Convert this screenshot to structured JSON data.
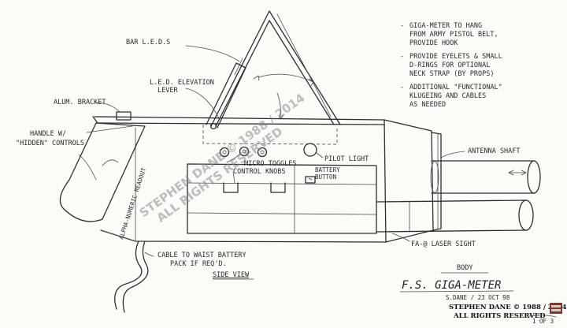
{
  "labels": {
    "bar_leds": "BAR L.E.D.S",
    "led_elevation_1": "L.E.D. ELEVATION",
    "led_elevation_2": "LEVER",
    "alum_bracket": "ALUM. BRACKET",
    "handle_1": "HANDLE W/",
    "handle_2": "\"HIDDEN\" CONTROLS",
    "alpha_numeric": "ALPHA-NUMERIC READOUT",
    "micro_toggles": "MICRO TOGGLES",
    "pilot_light": "PILOT LIGHT",
    "control_knobs": "CONTROL KNOBS",
    "battery_button_1": "BATTERY",
    "battery_button_2": "BUTTON",
    "antenna_shaft": "ANTENNA SHAFT",
    "laser_sight": "FA-@ LASER SIGHT",
    "cable_1": "CABLE TO WAIST BATTERY",
    "cable_2": "PACK IF REQ'D.",
    "side_view": "SIDE VIEW",
    "body": "BODY"
  },
  "notes": [
    "GIGA-METER TO HANG\nFROM ARMY PISTOL BELT,\nPROVIDE HOOK",
    "PROVIDE EYELETS & SMALL\nD-RINGS FOR OPTIONAL\nNECK STRAP (BY PROPS)",
    "ADDITIONAL \"FUNCTIONAL\"\nKLUGEING AND CABLES\nAS NEEDED"
  ],
  "title_block": {
    "title": "F.S. GIGA-METER",
    "date": "S.DANE / 23 OCT 98",
    "sheet": "1 OF 3",
    "copyright_1": "STEPHEN DANE © 1988 / 2014",
    "copyright_2": "ALL RIGHTS RESERVED"
  },
  "watermark": {
    "line_1": "STEPHEN DANE © 1988 / 2014",
    "line_2": "ALL RIGHTS RESERVED"
  }
}
